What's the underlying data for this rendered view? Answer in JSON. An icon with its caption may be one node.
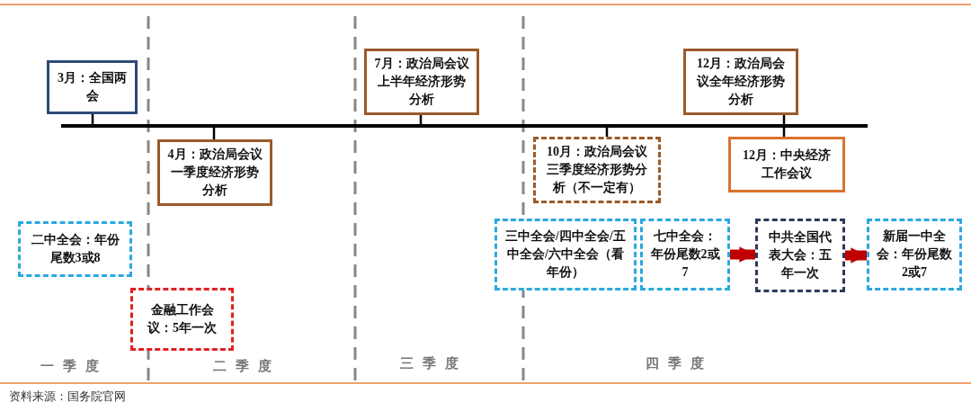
{
  "diagram": {
    "caption": "资料来源：国务院官网",
    "nodes": [
      {
        "text": [
          "3月：全国两会"
        ]
      },
      {
        "text": [
          "7月：政治局会议上半年经济形势分析"
        ]
      },
      {
        "text": [
          "12月：政治局会议全年经济形势分析"
        ]
      },
      {
        "text": [
          "4月：政治局会议一季度经济形势分析"
        ]
      },
      {
        "text": [
          "10月：政治局会议三季度经济形势分析（不一定有）"
        ]
      },
      {
        "text": [
          "12月：中央经济工作会议"
        ]
      },
      {
        "text": [
          "二中全会：年份尾数3或8"
        ]
      },
      {
        "text": [
          "三中全会/四中全会/五中全会/六中全会（看年份）"
        ]
      },
      {
        "text": [
          "七中全会：年份尾数2或7"
        ]
      },
      {
        "text": [
          "中共全国代表大会：五年一次"
        ]
      },
      {
        "text": [
          "新届一中全会：年份尾数2或7"
        ]
      },
      {
        "text": [
          "金融工作会议：5年一次"
        ]
      },
      {
        "text": [],
        "shape": "bar"
      }
    ],
    "edges": [
      {
        "from": 0,
        "to": 12,
        "arrow": "none"
      },
      {
        "from": 1,
        "to": 12,
        "arrow": "none"
      },
      {
        "from": 2,
        "to": 12,
        "arrow": "none"
      },
      {
        "from": 3,
        "to": 12,
        "arrow": "none"
      },
      {
        "from": 4,
        "to": 12,
        "arrow": "none"
      },
      {
        "from": 5,
        "to": 12,
        "arrow": "none"
      },
      {
        "from": 8,
        "to": 9,
        "arrow": "to",
        "style": "thick",
        "color": "#c00000"
      },
      {
        "from": 9,
        "to": 10,
        "arrow": "to",
        "style": "thick",
        "color": "#c00000"
      }
    ],
    "labels": [
      "一季度",
      "二季度",
      "三季度",
      "四季度"
    ]
  }
}
